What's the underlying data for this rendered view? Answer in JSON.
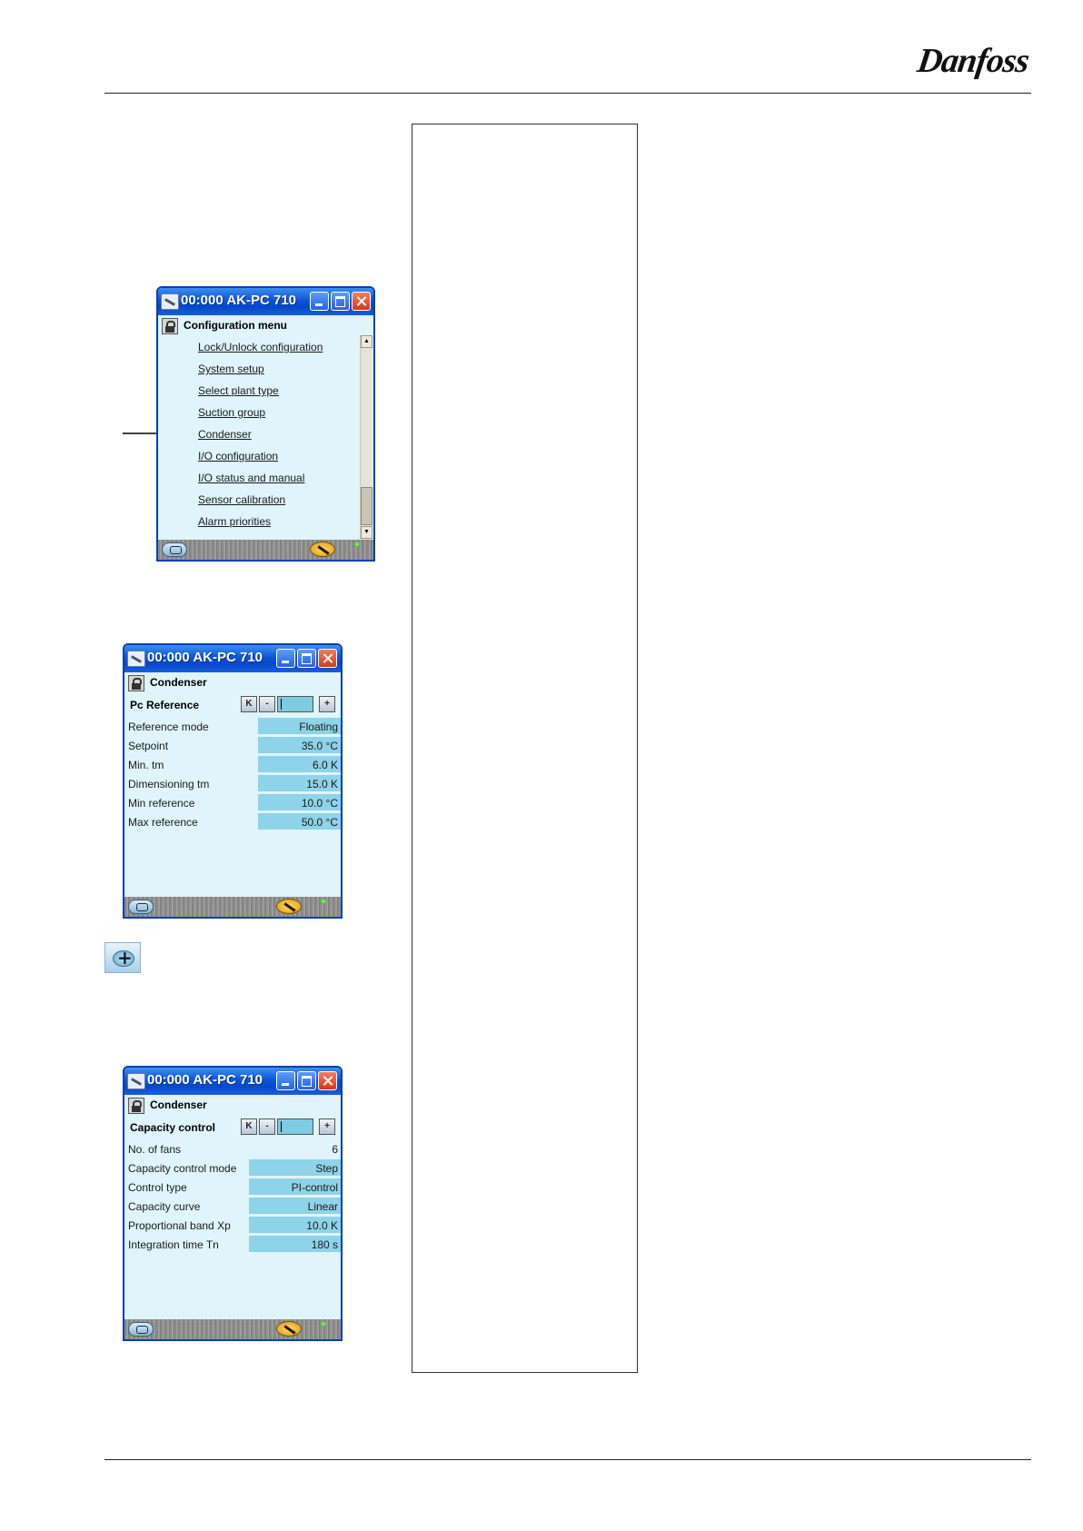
{
  "brand": {
    "logo_text": "Danfoss"
  },
  "window_common": {
    "title": "00:000 AK-PC 710"
  },
  "window1": {
    "subheading": "Configuration menu",
    "menu_items": [
      "Lock/Unlock configuration",
      "System setup",
      "Select plant type",
      "Suction group",
      "Condenser",
      "I/O configuration",
      "I/O status and manual",
      "Sensor calibration",
      "Alarm priorities"
    ]
  },
  "window2": {
    "subheading": "Condenser",
    "section": "Pc Reference",
    "rows": [
      {
        "label": "Reference mode",
        "value": "Floating"
      },
      {
        "label": "Setpoint",
        "value": "35.0 °C"
      },
      {
        "label": "Min. tm",
        "value": "6.0 K"
      },
      {
        "label": "Dimensioning tm",
        "value": "15.0 K"
      },
      {
        "label": "Min reference",
        "value": "10.0 °C"
      },
      {
        "label": "Max reference",
        "value": "50.0 °C"
      }
    ]
  },
  "window3": {
    "subheading": "Condenser",
    "section": "Capacity control",
    "rows": [
      {
        "label": "No. of fans",
        "value": "6"
      },
      {
        "label": "Capacity control mode",
        "value": "Step"
      },
      {
        "label": "Control type",
        "value": "PI-control"
      },
      {
        "label": "Capacity curve",
        "value": "Linear"
      },
      {
        "label": "Proportional band Xp",
        "value": "10.0 K"
      },
      {
        "label": "Integration time Tn",
        "value": "180 s"
      }
    ]
  },
  "nav_buttons": {
    "first": "K",
    "minus": "-",
    "plus": "+"
  },
  "colors": {
    "titlebar": "#0c55d8",
    "panel_bg": "#dff4fb",
    "value_cell": "#8fd3e8",
    "statusbar": "#8a8a8a"
  }
}
